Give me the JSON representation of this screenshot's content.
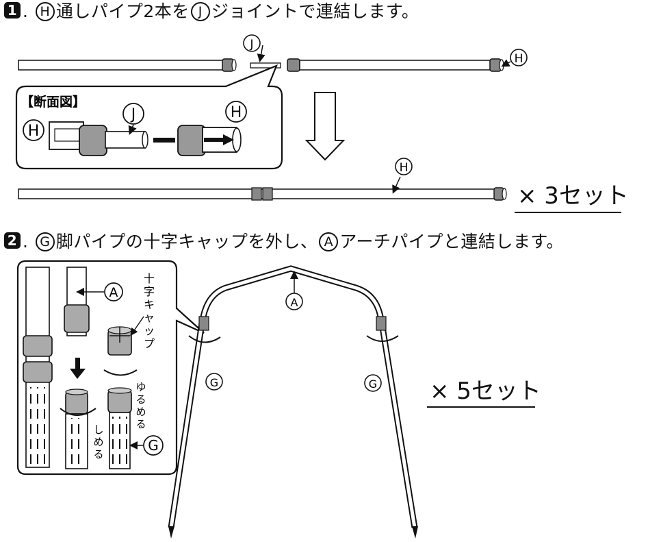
{
  "step1": {
    "number": "1",
    "dot": ".",
    "part_h": "H",
    "text_a": "通しパイプ2本を",
    "part_j": "J",
    "text_b": "ジョイントで連結します。"
  },
  "step1_labels": {
    "j_top": "J",
    "h_right": "H",
    "section_title": "【断面図】",
    "h_left": "H",
    "j_mid": "J",
    "h_mid": "H",
    "h_bottom": "H"
  },
  "mult1": "× 3セット",
  "step2": {
    "number": "2",
    "dot": ".",
    "part_g": "G",
    "text_a": "脚パイプの十字キャップを外し、",
    "part_a": "A",
    "text_b": "アーチパイプと連結します。"
  },
  "step2_labels": {
    "a_detail": "A",
    "cross_cap_1": "十",
    "cross_cap_2": "字",
    "cross_cap_3": "キ",
    "cross_cap_4": "ャ",
    "cross_cap_5": "ッ",
    "cross_cap_6": "プ",
    "loosen_1": "ゆ",
    "loosen_2": "る",
    "loosen_3": "め",
    "loosen_4": "る",
    "tighten_1": "し",
    "tighten_2": "め",
    "tighten_3": "る",
    "g_detail": "G",
    "a_arch": "A",
    "g_left": "G",
    "g_right": "G"
  },
  "mult2": "× 5セット"
}
